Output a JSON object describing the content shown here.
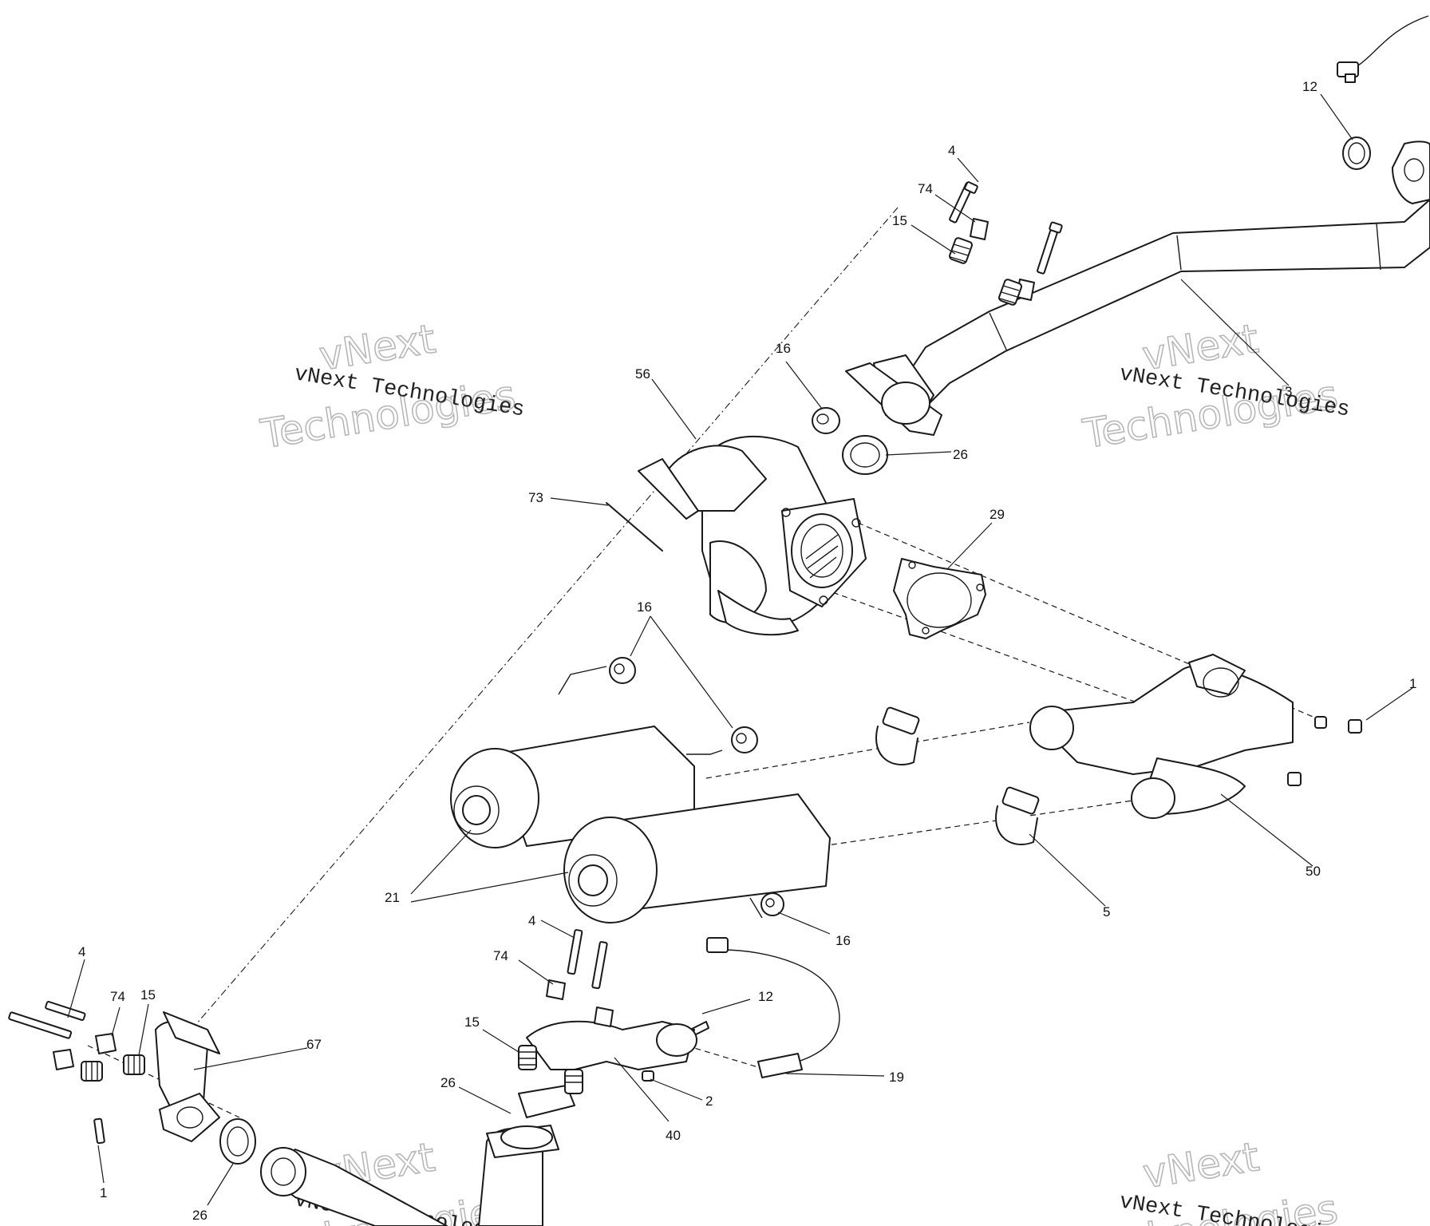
{
  "watermark": {
    "line1": "vNext",
    "line2": "Technologies",
    "full": "vNext Technologies"
  },
  "callouts": {
    "c12a": "12",
    "c4a": "4",
    "c74a": "74",
    "c15a": "15",
    "c16a": "16",
    "c56": "56",
    "c3": "3",
    "c26a": "26",
    "c73": "73",
    "c29": "29",
    "c16b": "16",
    "c1a": "1",
    "c50": "50",
    "c5": "5",
    "c21": "21",
    "c16c": "16",
    "c4b": "4",
    "c74b": "74",
    "c12b": "12",
    "c4c": "4",
    "c74c": "74",
    "c15b": "15",
    "c67": "67",
    "c15c": "15",
    "c26b": "26",
    "c2": "2",
    "c19": "19",
    "c40": "40",
    "c1b": "1",
    "c26c": "26"
  }
}
